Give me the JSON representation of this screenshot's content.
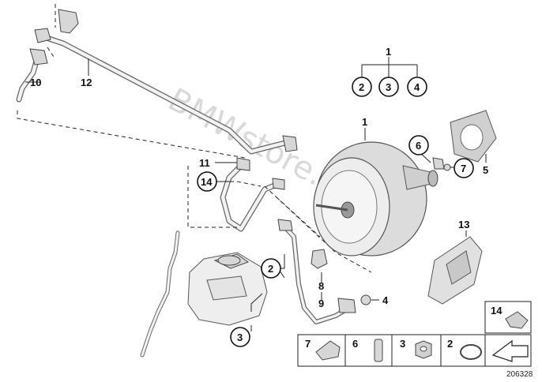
{
  "watermark": "BMWstore.pl",
  "doc_number": "206328",
  "callouts": {
    "c1_top": "1",
    "c2_top": "2",
    "c3_top": "3",
    "c4_top": "4",
    "c1_booster": "1",
    "c6": "6",
    "c7": "7",
    "c5": "5",
    "c10": "10",
    "c12": "12",
    "c11": "11",
    "c14": "14",
    "c13": "13",
    "c2_mid": "2",
    "c8": "8",
    "c9": "9",
    "c4_mid": "4",
    "c3_bottom": "3"
  },
  "legend": {
    "c14": "14",
    "c7": "7",
    "c6": "6",
    "c3": "3",
    "c2": "2"
  }
}
